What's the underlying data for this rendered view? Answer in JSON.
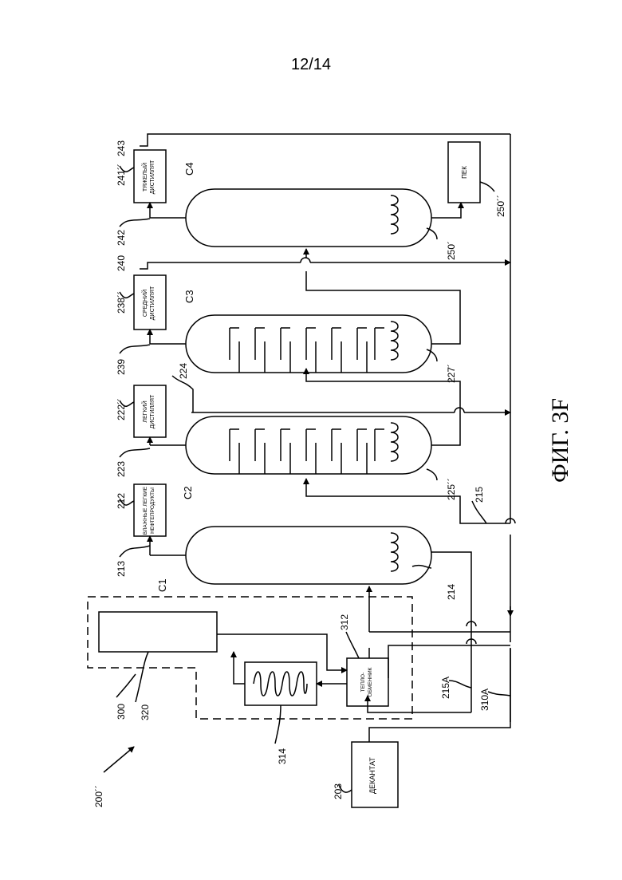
{
  "page_number": "12/14",
  "figure_title": "ФИГ. 3F",
  "figure_ref": "200´´",
  "boxes": {
    "decantate": "ДЕКАНТАТ",
    "wet_light": [
      "ВЛАЖНЫЕ ЛЕГКИЕ",
      "НЕФТЕПРОДУКТЫ"
    ],
    "light_distillate": [
      "ЛЕГКИЙ",
      "ДИСТИЛЛЯТ"
    ],
    "middle_distillate": [
      "СРЕДНИЙ",
      "ДИСТИЛЛЯТ"
    ],
    "heavy_distillate": [
      "ТЯЖЕЛЫЙ",
      "ДИСТИЛЛЯТ"
    ],
    "pitch": "ПЕК",
    "heat_exchanger": [
      "ТЕПЛО-",
      "ОБМЕННИК"
    ]
  },
  "columns": [
    "C1",
    "C2",
    "C3",
    "C4"
  ],
  "labels": {
    "l203": "203",
    "l300": "300",
    "l320": "320",
    "l314": "314",
    "l312": "312",
    "l215A": "215A",
    "l310A": "310A",
    "l213": "213",
    "l212": "212",
    "l214": "214",
    "l223": "223",
    "l222": "222´´",
    "l225": "225´´",
    "l224": "224",
    "l215": "215",
    "l239": "239",
    "l238": "238´´",
    "l227": "227´",
    "l240": "240",
    "l242": "242",
    "l241": "241´´",
    "l243": "243",
    "l250a": "250´´",
    "l250b": "250´"
  },
  "colors": {
    "line": "#000000",
    "background": "#ffffff"
  }
}
